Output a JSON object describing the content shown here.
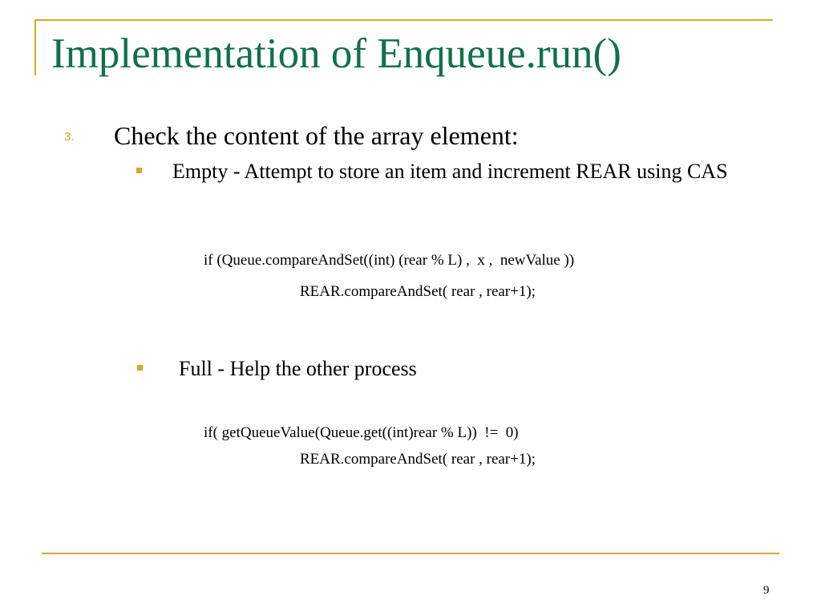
{
  "slide": {
    "title": "Implementation of Enqueue.run()",
    "item_number": "3.",
    "item_text": "Check the content of the array element:",
    "bullets": [
      {
        "text": "Empty - Attempt to store an item and increment  REAR using CAS",
        "code": [
          "if (Queue.compareAndSet((int) (rear % L) ,  x ,  newValue ))",
          "REAR.compareAndSet( rear , rear+1);"
        ]
      },
      {
        "text": "Full - Help the other process",
        "code": [
          "if( getQueueValue(Queue.get((int)rear % L))  !=  0)",
          "REAR.compareAndSet( rear , rear+1);"
        ]
      }
    ],
    "page_number": "9"
  },
  "colors": {
    "title": "#10704a",
    "accent": "#d9a628",
    "text": "#000000"
  }
}
